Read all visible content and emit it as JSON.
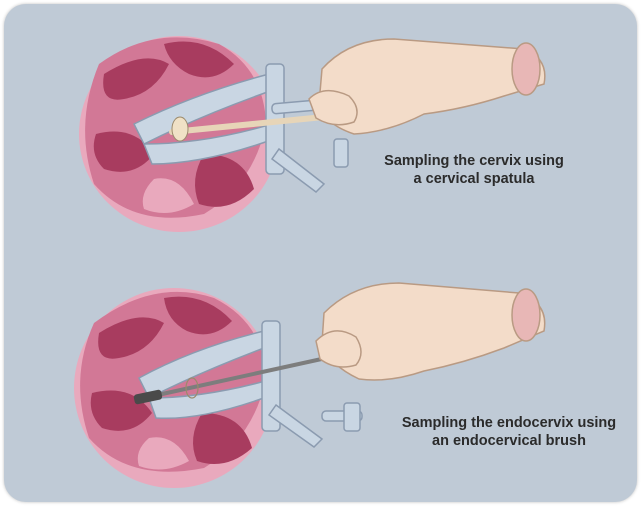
{
  "figure": {
    "panels": [
      {
        "caption_line1": "Sampling the cervix using",
        "caption_line2": "a cervical spatula"
      },
      {
        "caption_line1": "Sampling the endocervix using",
        "caption_line2": "an endocervical brush"
      }
    ],
    "colors": {
      "background": "#bfcad6",
      "tissue_light": "#e9a9bd",
      "tissue_mid": "#d27896",
      "tissue_dark": "#a83c5f",
      "skin": "#f3dcc9",
      "instrument": "#c9d6e3",
      "text": "#2b2b2b"
    }
  }
}
